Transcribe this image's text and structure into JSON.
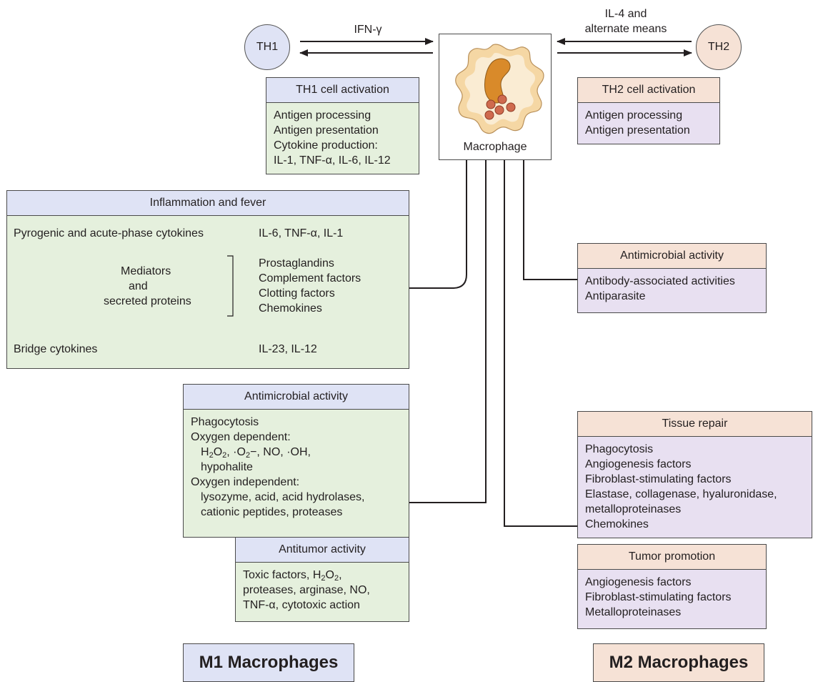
{
  "th1": {
    "label": "TH1",
    "fill": "#dfe3f5"
  },
  "th2": {
    "label": "TH2",
    "fill": "#f6e2d6"
  },
  "arrows": {
    "ifn": "IFN-γ",
    "il4_line1": "IL-4 and",
    "il4_line2": "alternate means"
  },
  "macrophage": {
    "label": "Macrophage"
  },
  "th1_activation": {
    "title": "TH1 cell activation",
    "lines": [
      "Antigen processing",
      "Antigen presentation",
      "Cytokine production:",
      "IL-1, TNF-α, IL-6, IL-12"
    ]
  },
  "th2_activation": {
    "title": "TH2 cell activation",
    "lines": [
      "Antigen processing",
      "Antigen presentation"
    ]
  },
  "inflammation": {
    "title": "Inflammation and fever",
    "pyrogenic_label": "Pyrogenic and acute-phase cytokines",
    "pyrogenic_values": "IL-6, TNF-α, IL-1",
    "mediators_line1": "Mediators",
    "mediators_line2": "and",
    "mediators_line3": "secreted proteins",
    "mediator_items": [
      "Prostaglandins",
      "Complement factors",
      "Clotting factors",
      "Chemokines"
    ],
    "bridge_label": "Bridge cytokines",
    "bridge_values": "IL-23, IL-12"
  },
  "m2_antimicrobial": {
    "title": "Antimicrobial activity",
    "lines": [
      "Antibody-associated activities",
      "Antiparasite"
    ]
  },
  "m1_antimicrobial": {
    "title": "Antimicrobial activity",
    "phagocytosis": "Phagocytosis",
    "oxygen_dependent": "Oxygen dependent:",
    "h2o2": "H2O2",
    "o2": "·O2−",
    "rest_line": ", NO, ·OH,",
    "hypohalite": "hypohalite",
    "oxygen_independent": "Oxygen independent:",
    "independent_line1": "lysozyme, acid, acid hydrolases,",
    "independent_line2": "cationic peptides, proteases"
  },
  "antitumor": {
    "title": "Antitumor activity",
    "line1_prefix": "Toxic factors, ",
    "line1_chem": "H2O2",
    "line1_suffix": ",",
    "line2": "proteases, arginase, NO,",
    "line3": "TNF-α, cytotoxic action"
  },
  "tissue_repair": {
    "title": "Tissue repair",
    "lines": [
      "Phagocytosis",
      "Angiogenesis factors",
      "Fibroblast-stimulating factors",
      "Elastase, collagenase, hyaluronidase,",
      "metalloproteinases",
      "Chemokines"
    ]
  },
  "tumor_promotion": {
    "title": "Tumor promotion",
    "lines": [
      "Angiogenesis factors",
      "Fibroblast-stimulating factors",
      "Metalloproteinases"
    ]
  },
  "footers": {
    "m1": "M1 Macrophages",
    "m2": "M2 Macrophages"
  },
  "colors": {
    "blue_header": "#dfe3f5",
    "peach_header": "#f6e2d6",
    "green_body": "#e5f0dd",
    "lavender_body": "#e8e0f1",
    "cell_membrane": "#f5d7a4",
    "nucleus": "#d98a2a",
    "granule": "#cf6a4e"
  },
  "icons": {
    "cell": "macrophage-cell-icon"
  }
}
